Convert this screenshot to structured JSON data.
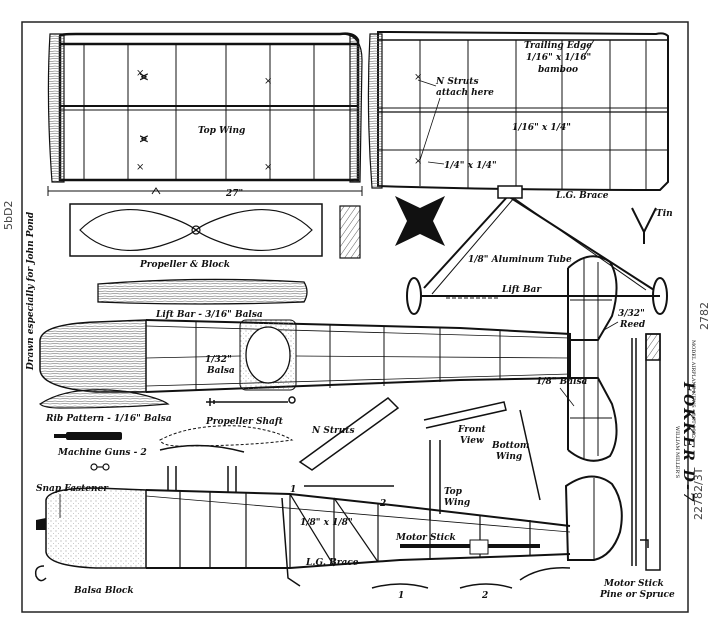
{
  "labels": {
    "top_wing": "Top Wing",
    "trailing_edge": "Trailing Edge",
    "trailing_edge_size": "1/16\" x 1/16\"",
    "trailing_edge_material": "bamboo",
    "n_struts_attach": "N Struts",
    "n_struts_attach_2": "attach here",
    "spar_size": "1/16\" x 1/4\"",
    "le_size": "1/4\" x 1/4\"",
    "wingspan": "27\"",
    "lg_brace_top": "L.G. Brace",
    "tin": "Tin",
    "propeller_block": "Propeller & Block",
    "aluminum_tube": "1/8\" Aluminum Tube",
    "lift_bar": "Lift Bar",
    "lift_bar_balsa": "Lift Bar - 3/16\" Balsa",
    "reed": "3/32\"",
    "reed_2": "Reed",
    "nose_balsa": "1/32\"",
    "nose_balsa_2": "Balsa",
    "balsa_1_8": "1/8\" Balsa",
    "rib_pattern": "Rib Pattern - 1/16\" Balsa",
    "propeller_shaft": "Propeller Shaft",
    "n_struts": "N Struts",
    "front_view": "Front",
    "front_view_2": "View",
    "bottom_wing": "Bottom",
    "bottom_wing_2": "Wing",
    "machine_guns": "Machine Guns - 2",
    "top_wing_small": "Top",
    "top_wing_small_2": "Wing",
    "snap_fastener": "Snap Fastener",
    "longeron": "1/8\" x 1/8\"",
    "lg_brace": "L.G. Brace",
    "motor_stick": "Motor Stick",
    "balsa_block": "Balsa Block",
    "motor_stick_material": "Motor Stick",
    "motor_stick_material_2": "Pine or Spruce",
    "num1": "1",
    "num2": "2",
    "num1b": "1",
    "num2b": "2",
    "drawn_for": "Drawn especially for John Pond",
    "model_title": "FOKKER D-7",
    "designer": "WILLIAM MILLER'S",
    "subtitle": "MODEL AIRPLANE NEWS - OCT 1932",
    "stamp_number": "22782/3T",
    "margin_note_left": "5bD2",
    "margin_note_right": "2782"
  }
}
